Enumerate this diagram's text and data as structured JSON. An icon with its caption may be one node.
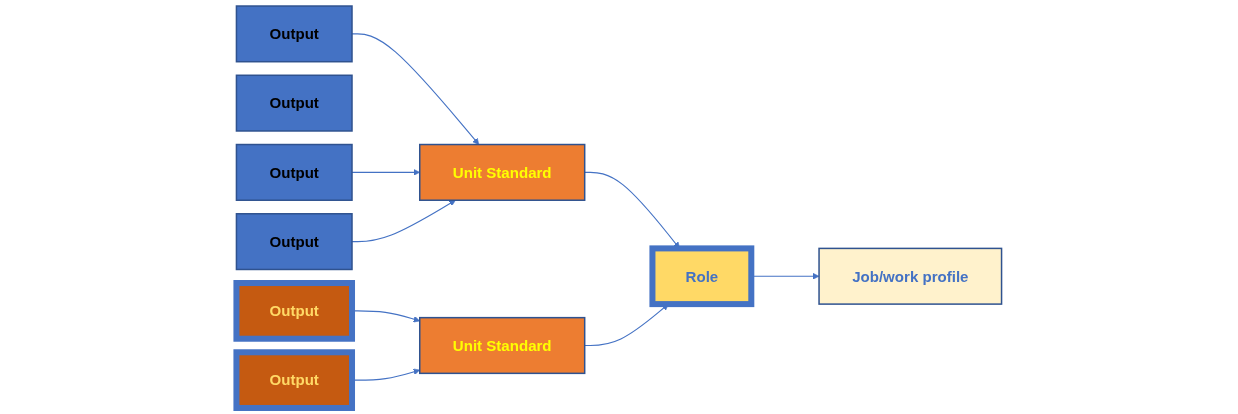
{
  "diagram": {
    "nodes": [
      {
        "text": [
          "Output"
        ]
      },
      {
        "text": [
          "Output"
        ]
      },
      {
        "text": [
          "Output"
        ]
      },
      {
        "text": [
          "Output"
        ]
      },
      {
        "text": [
          "Output"
        ]
      },
      {
        "text": [
          "Output"
        ]
      },
      {
        "text": [
          "Unit Standard"
        ]
      },
      {
        "text": [
          "Unit Standard"
        ]
      },
      {
        "text": [
          "Role"
        ]
      },
      {
        "text": [
          "Job/work profile"
        ]
      }
    ],
    "edges": [
      {
        "from": 0,
        "to": 6,
        "arrow": "to"
      },
      {
        "from": 2,
        "to": 6,
        "arrow": "to"
      },
      {
        "from": 3,
        "to": 6,
        "arrow": "to"
      },
      {
        "from": 4,
        "to": 7,
        "arrow": "to"
      },
      {
        "from": 5,
        "to": 7,
        "arrow": "to"
      },
      {
        "from": 6,
        "to": 8,
        "arrow": "to"
      },
      {
        "from": 7,
        "to": 8,
        "arrow": "to"
      },
      {
        "from": 8,
        "to": 9,
        "arrow": "to"
      }
    ]
  }
}
